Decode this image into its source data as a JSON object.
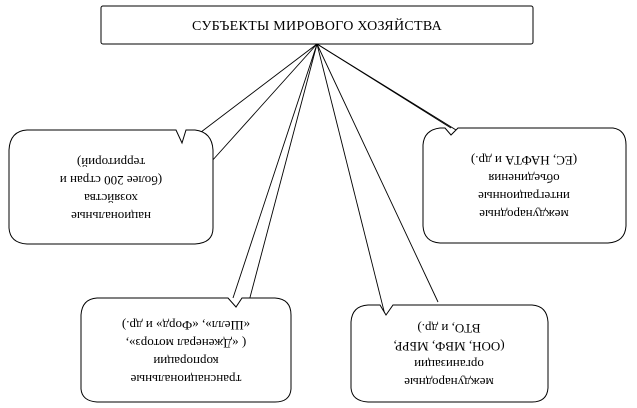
{
  "diagram": {
    "title": "СУБЪЕКТЫ МИРОВОГО ХОЗЯЙСТВА",
    "nodes": {
      "national": {
        "lines": [
          "национальные",
          "хозяйства",
          "(более 200 стран и",
          "территорий)"
        ]
      },
      "integration": {
        "lines": [
          "международные",
          "интеграционные",
          "объединения",
          "(ЕС, НАФТА и др.)"
        ]
      },
      "transnational": {
        "lines": [
          "транснациональные",
          "корпорации",
          "( «Дженерал моторз»,",
          "«Шелл», «Форд» и др.)"
        ]
      },
      "international": {
        "lines": [
          "международные",
          "организации",
          "(ООН, МВФ, МБРР,",
          "ВТО, и др.)"
        ]
      }
    }
  }
}
